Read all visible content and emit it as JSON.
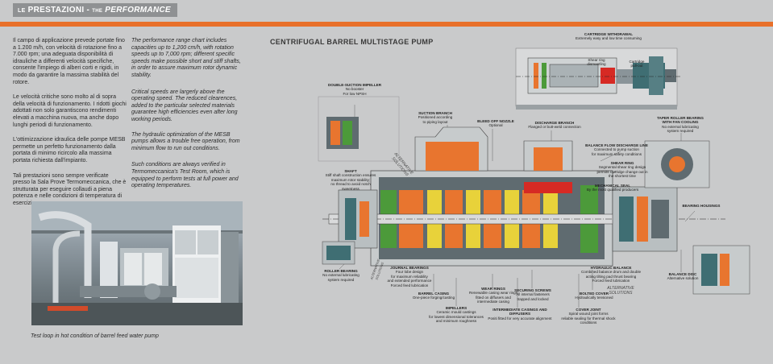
{
  "header": {
    "prefix": "LE",
    "title_it": "PRESTAZIONI",
    "sep": "-",
    "the": "THE",
    "title_en": "PERFORMANCE"
  },
  "italian": [
    "Il campo di applicazione prevede portate fino a 1.200 m/h, con velocità di rotazione fino a 7.000 rpm; una adeguata disponibilità di idrauliche a differenti velocità specifiche, consente l'impiego di alberi corti e rigidi, in modo da garantire la massima stabilità del rotore.",
    "Le velocità critiche sono molto al di sopra della velocità di funzionamento. I ridotti giochi adottati non solo garantiscono rendimenti elevati a macchina nuova, ma anche dopo lunghi periodi di funzionamento.",
    "L'ottimizzazione idraulica delle pompe MESB permette un perfetto funzionamento dalla portata di minimo ricircolo alla massima portata richiesta dall'impianto.",
    "Tali prestazioni sono sempre verificate presso la Sala Prove Termomeccanica, che è strutturata per eseguire collaudi a piena potenza e nelle condizioni di temperatura di esercizio."
  ],
  "english": [
    "The performance range chart includes capacities up to 1,200 cm/h, with rotation speeds up to 7,000 rpm; different specific speeds make possible short and stiff shafts, in order to assure maximum rotor dynamic stability.",
    "Critical speeds are largerly above the operating speed. The reduced clearences, added to the particular selected materials guarantee high efficiencies even after long working periods.",
    "The hydraulic optimization of the MESB pumps allows a trouble free operation, from minimum flow to run out conditions.",
    "Such conditions are always verified in Termomeccanica's Test Room, which is equipped to perform tests at full power and operating temperatures."
  ],
  "photo_caption": "Test loop in hot condition of barrel feed water pump",
  "pump_title": "CENTRIFUGAL BARREL MULTISTAGE PUMP",
  "labels": {
    "cartridge_title": "CARTRIDGE WITHDRAWAL",
    "cartridge_desc": "Extremely easy and low time consuming",
    "shear_ring_dis": "Shear ring\ndismantling",
    "cartridge_pull": "Cartridge\npull-out",
    "dsi_title": "DOUBLE-SUCTION IMPELLER",
    "dsi_desc": "No booster\nFor low NPSH",
    "suction_title": "SUCTION BRANCH",
    "suction_desc": "Positioned according\nto piping layout",
    "bleed_title": "BLEED OFF NOZZLE",
    "bleed_desc": "Optional",
    "discharge_title": "DISCHARGE BRANCH",
    "discharge_desc": "Flanged or butt-weld connection",
    "taper_title": "TAPER ROLLER BEARING\nWITH FAN COOLING",
    "taper_desc": "No external lubricating\nsystem required",
    "balance_title": "BALANCE FLOW DISCHARGE LINE",
    "balance_desc": "Connected to pump suction\nfor maximum safety conditions",
    "shear_title": "SHEAR RING",
    "shear_desc": "Segmental shear ring design\npermits cartridge change out in\nthe shortest time",
    "mech_title": "MECHANICAL SEAL",
    "mech_desc": "By the most qualified producers",
    "shaft_title": "SHAFT",
    "shaft_desc": "Stiff shaft construction ensures\nmaximum rotor stability;\nno thread to avoid notch sweetness",
    "alt1": "ALTERNATIVE\nSOLUTIONS",
    "alt2": "ALTERNATIVE\nSOLUTIONS",
    "alt3": "ALTERNATIVE\nSOLUTIONS",
    "bearing_housings": "BEARING HOUSINGS",
    "roller_title": "ROLLER BEARING",
    "roller_desc": "No external lubricating\nsystem required",
    "journal_title": "JOURNAL BEARINGS",
    "journal_desc": "Four lobe design\nfor maximum reliability\nand extended performance\nForced feed lubrication",
    "hydraulic_title": "HYDRAULIC BALANCE",
    "hydraulic_desc": "Combined balance drum and double\nacting tilting pad thrust bearing\nForced feed lubrication",
    "balance_disc_title": "BALANCE DISC",
    "balance_disc_desc": "Alternative solution",
    "barrel_title": "BARREL CASING",
    "barrel_desc": "One-piece forging/casting",
    "wear_title": "WEAR RINGS",
    "wear_desc": "Renewable casing wear rings\nfitted on diffusers and\nintermediate casing",
    "securing_title": "SECURING SCREWS",
    "securing_desc": "All internal fasteners\ntrapped and locked",
    "bolted_title": "BOLTED COVER",
    "bolted_desc": "Hydraulically tensioned",
    "impellers_title": "IMPELLERS",
    "impellers_desc": "Ceramic mould castings\nfor lowest dimensional tolerances\nand minimum roughness",
    "intermediate_title": "INTERMEDIATE CASINGS AND DIFFUSERS",
    "intermediate_desc": "Positi fitted for very accurate alignment",
    "cover_title": "COVER JOINT",
    "cover_desc": "Spiral wound joint forms\nreliable sealing for thermal shock conditions"
  },
  "colors": {
    "accent": "#e8702a",
    "steel": "#5f6b70",
    "teal": "#3f6e73",
    "orange": "#e8752f",
    "green": "#4c9a3a",
    "red": "#d62a24",
    "yellow": "#e8d23a"
  }
}
